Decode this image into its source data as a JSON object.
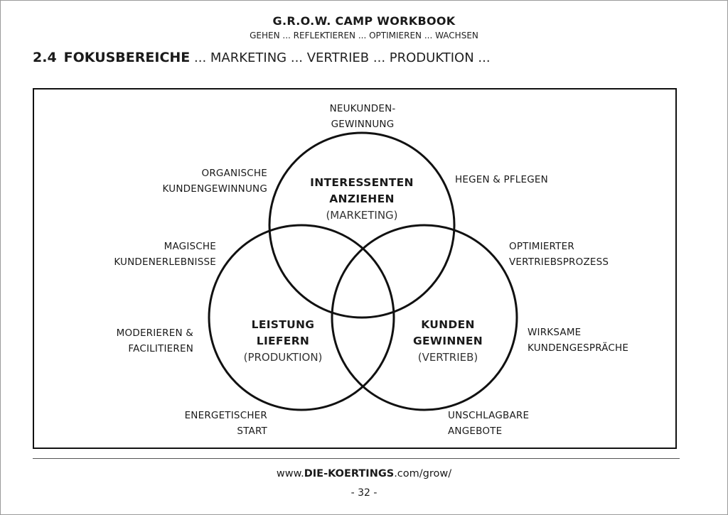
{
  "header": {
    "title": "G.R.O.W. CAMP WORKBOOK",
    "subtitle": "GEHEN ... REFLEKTIEREN ... OPTIMIEREN ... WACHSEN"
  },
  "section": {
    "number": "2.4",
    "title": "FOKUSBEREICHE",
    "suffix": " ... MARKETING ... VERTRIEB ... PRODUKTION ..."
  },
  "venn": {
    "marketing": {
      "title_line1": "INTERESSENTEN",
      "title_line2": "ANZIEHEN",
      "sub": "(MARKETING)"
    },
    "production": {
      "title_line1": "LEISTUNG",
      "title_line2": "LIEFERN",
      "sub": "(PRODUKTION)"
    },
    "sales": {
      "title_line1": "KUNDEN",
      "title_line2": "GEWINNEN",
      "sub": "(VERTRIEB)"
    }
  },
  "labels": {
    "neukunden": [
      "NEUKUNDEN-",
      "GEWINNUNG"
    ],
    "organische": [
      "ORGANISCHE",
      "KUNDENGEWINNUNG"
    ],
    "hegen": [
      "HEGEN & PFLEGEN"
    ],
    "magische": [
      "MAGISCHE",
      "KUNDENERLEBNISSE"
    ],
    "optimierter": [
      "OPTIMIERTER",
      "VERTRIEBSPROZESS"
    ],
    "moderieren": [
      "MODERIEREN &",
      "FACILITIEREN"
    ],
    "wirksame": [
      "WIRKSAME",
      "KUNDENGESPRÄCHE"
    ],
    "energetischer": [
      "ENERGETISCHER",
      "START"
    ],
    "unschlagbare": [
      "UNSCHLAGBARE",
      "ANGEBOTE"
    ]
  },
  "footer": {
    "url_prefix": "www.",
    "url_brand": "DIE-KOERTINGS",
    "url_suffix": ".com/grow/",
    "page": "- 32 -"
  }
}
